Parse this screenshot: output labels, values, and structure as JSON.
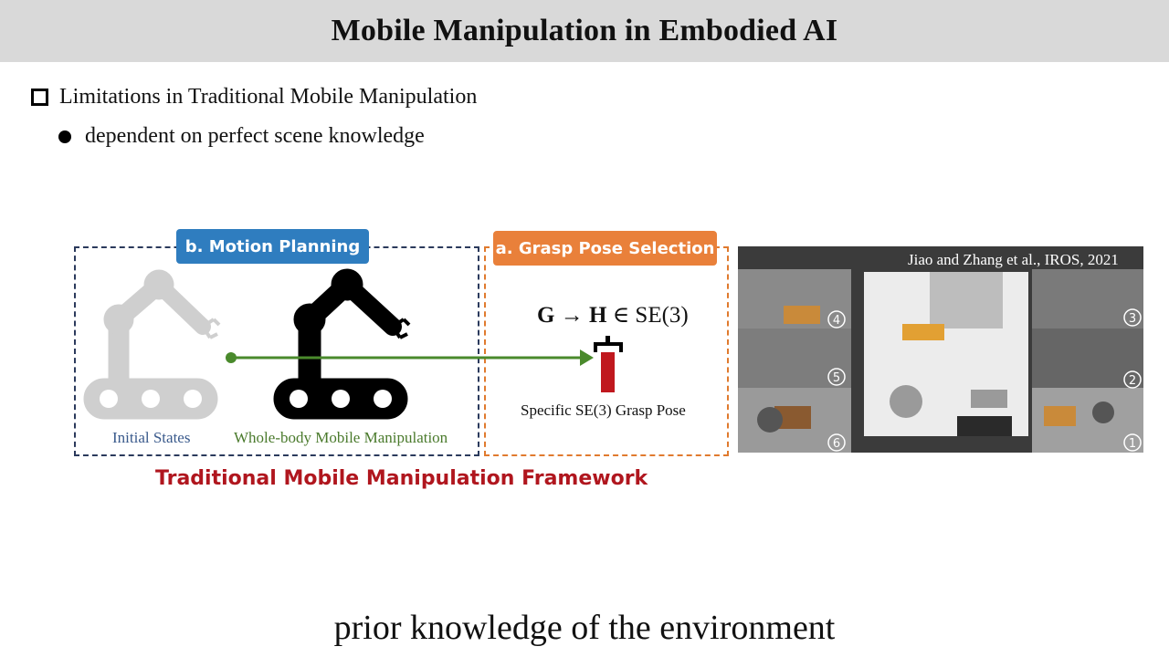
{
  "header": {
    "title": "Mobile Manipulation in Embodied AI"
  },
  "section": {
    "heading": "Limitations in Traditional Mobile Manipulation",
    "bullets": [
      "dependent on perfect scene knowledge"
    ]
  },
  "diagram": {
    "motion_planning_tag": "b. Motion Planning",
    "grasp_pose_tag": "a. Grasp Pose Selection",
    "initial_states_label": "Initial States",
    "whole_body_label": "Whole-body Mobile Manipulation",
    "formula": {
      "g": "G",
      "arrow": "→",
      "h": "H",
      "in": "∈",
      "se3": "SE(3)"
    },
    "grasp_label": "Specific SE(3) Grasp Pose",
    "framework_title": "Traditional Mobile Manipulation Framework",
    "colors": {
      "blue_tag": "#2f7dbf",
      "orange_tag": "#e9803a",
      "arrow": "#4a8a2c",
      "red": "#b0161e"
    }
  },
  "scene": {
    "citation": "Jiao and Zhang et al., IROS, 2021",
    "markers": [
      "1",
      "2",
      "3",
      "4",
      "5",
      "6"
    ]
  },
  "caption": "prior knowledge of the environment"
}
